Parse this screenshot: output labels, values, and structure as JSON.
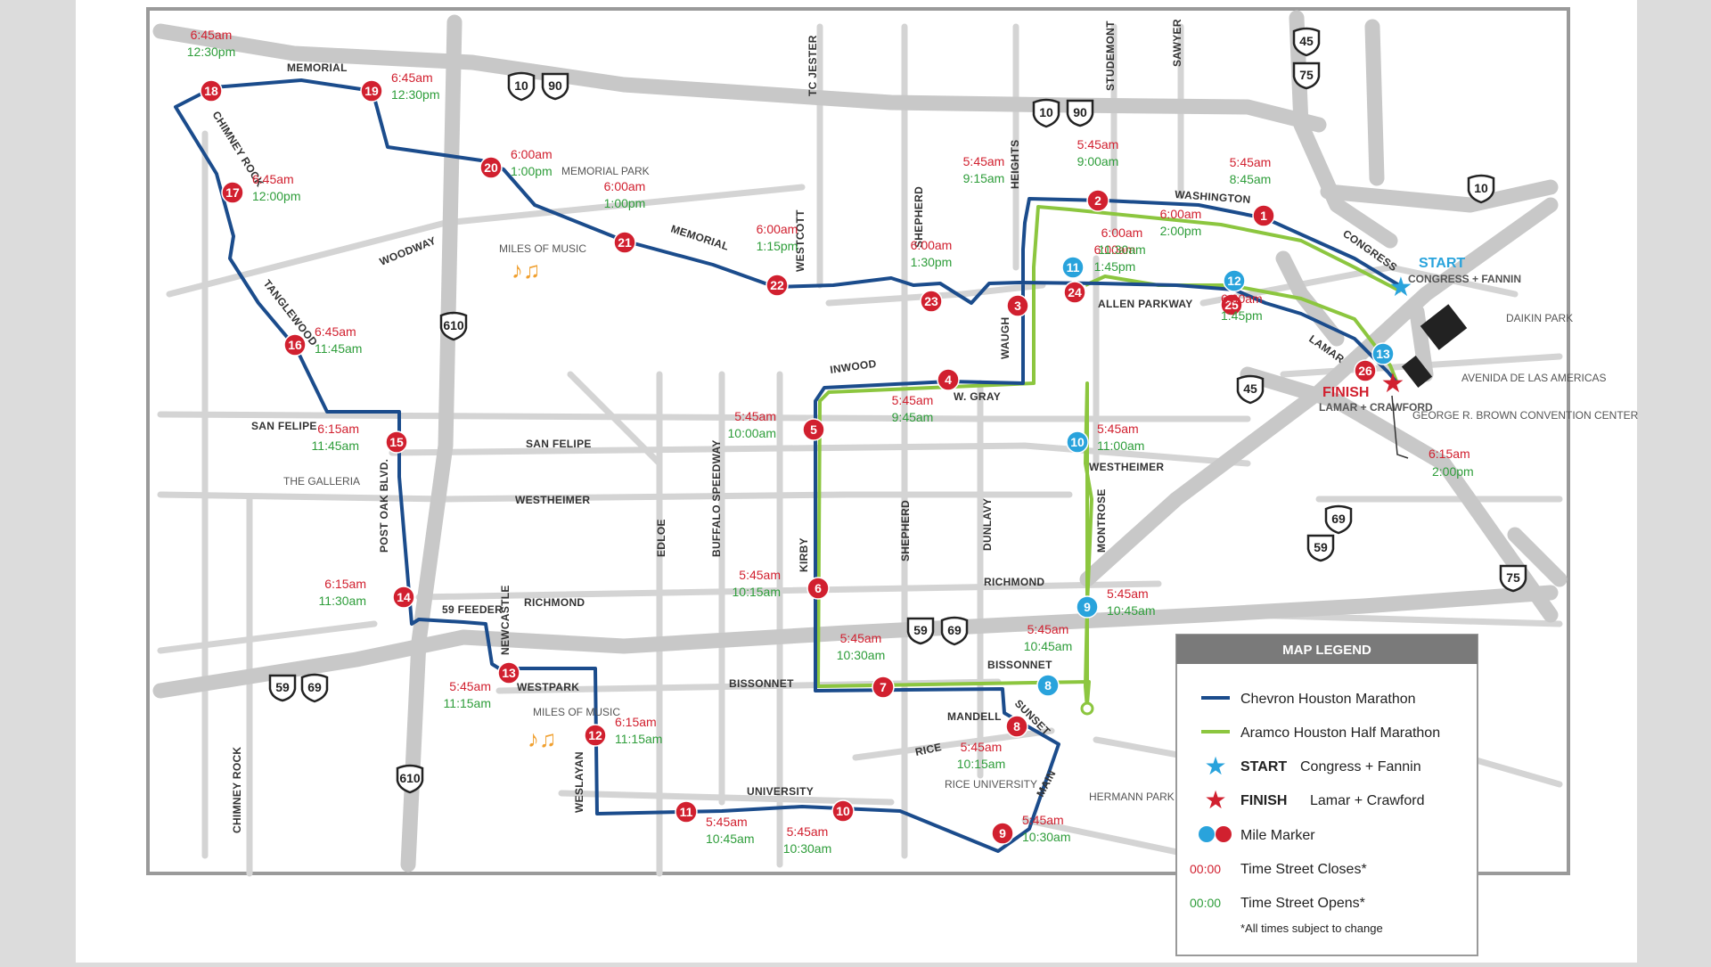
{
  "page": {
    "background": "#dcdcdc",
    "colors": {
      "marathon": "#1b4c8c",
      "half": "#8cc63f",
      "mile_red": "#d1202f",
      "mile_blue": "#29a3dc",
      "close_time": "#d1202f",
      "open_time": "#2e9d3a",
      "road": "#cfcfcf",
      "highway": "#c4c4c4"
    }
  },
  "labels": {
    "memorial_top": "MEMORIAL",
    "memorial_mid": "MEMORIAL",
    "chimney_rock": "CHIMNEY ROCK",
    "chimney_rock_bottom": "CHIMNEY ROCK",
    "woodway": "WOODWAY",
    "tanglewood": "TANGLEWOOD",
    "san_felipe_left": "SAN FELIPE",
    "san_felipe_mid": "SAN FELIPE",
    "the_galleria": "THE GALLERIA",
    "post_oak": "POST OAK BLVD.",
    "westheimer_mid": "WESTHEIMER",
    "westheimer_right": "WESTHEIMER",
    "feeder_59": "59 FEEDER",
    "newcastle": "NEWCASTLE",
    "richmond_left": "RICHMOND",
    "richmond_right": "RICHMOND",
    "westpark": "WESTPARK",
    "weslayan": "WESLAYAN",
    "edloe": "EDLOE",
    "buffalo_speedway": "BUFFALO SPEEDWAY",
    "kirby": "KIRBY",
    "shepherd_top": "SHEPHERD",
    "shepherd_bottom": "SHEPHERD",
    "dunlavy": "DUNLAVY",
    "montrose": "MONTROSE",
    "bissonnet_left": "BISSONNET",
    "bissonnet_right": "BISSONNET",
    "university": "UNIVERSITY",
    "rice": "RICE",
    "rice_university": "RICE UNIVERSITY",
    "mandell": "MANDELL",
    "sunset": "SUNSET",
    "main": "MAIN",
    "hermann_park": "HERMANN PARK",
    "tc_jester": "TC JESTER",
    "westcott": "WESTCOTT",
    "heights": "HEIGHTS",
    "waugh": "WAUGH",
    "studemont": "STUDEMONT",
    "sawyer": "SAWYER",
    "washington": "WASHINGTON",
    "congress": "CONGRESS",
    "allen_parkway": "ALLEN PARKWAY",
    "lamar": "LAMAR",
    "inwood": "INWOOD",
    "w_gray": "W. GRAY",
    "memorial_park": "MEMORIAL PARK",
    "miles_of_music_1": "MILES OF MUSIC",
    "westpark_miles_of_music": "MILES OF MUSIC",
    "daikin_park": "DAIKIN PARK",
    "avenida": "AVENIDA DE LAS AMERICAS",
    "grb": "GEORGE R. BROWN CONVENTION CENTER",
    "start_title": "START",
    "start_place": "CONGRESS + FANNIN",
    "finish_title": "FINISH",
    "finish_place": "LAMAR + CRAWFORD",
    "finish_close": "6:15am",
    "finish_open": "2:00pm"
  },
  "shields": {
    "i10_a": "10",
    "us90_a": "90",
    "i10_b": "10",
    "us90_b": "90",
    "i45_top": "45",
    "us75_top": "75",
    "i10_right": "10",
    "i610_top": "610",
    "i45_mid": "45",
    "i69_right": "69",
    "us59_right": "59",
    "us75_right": "75",
    "us59_mid": "59",
    "i69_mid": "69",
    "us59_left": "59",
    "i69_left": "69",
    "i610_bottom": "610"
  },
  "markers": [
    {
      "id": "m1",
      "num": "1",
      "color": "red",
      "close": "5:45am",
      "open": "8:45am"
    },
    {
      "id": "m2",
      "num": "2",
      "color": "red",
      "close": "5:45am",
      "open": "9:00am"
    },
    {
      "id": "m3",
      "num": "3",
      "color": "red",
      "close": "5:45am",
      "open": "9:15am"
    },
    {
      "id": "m4",
      "num": "4",
      "color": "red",
      "close": "5:45am",
      "open": "9:45am"
    },
    {
      "id": "m5",
      "num": "5",
      "color": "red",
      "close": "5:45am",
      "open": "10:00am"
    },
    {
      "id": "m6",
      "num": "6",
      "color": "red",
      "close": "5:45am",
      "open": "10:15am"
    },
    {
      "id": "m7",
      "num": "7",
      "color": "red",
      "close": "5:45am",
      "open": "10:30am"
    },
    {
      "id": "m8r",
      "num": "8",
      "color": "red",
      "close": "5:45am",
      "open": "10:15am"
    },
    {
      "id": "m9r",
      "num": "9",
      "color": "red",
      "close": "5:45am",
      "open": "10:30am"
    },
    {
      "id": "m10r",
      "num": "10",
      "color": "red",
      "close": "5:45am",
      "open": "10:30am"
    },
    {
      "id": "m11r",
      "num": "11",
      "color": "red",
      "close": "5:45am",
      "open": "10:45am"
    },
    {
      "id": "m12r",
      "num": "12",
      "color": "red",
      "close": "6:15am",
      "open": "11:15am"
    },
    {
      "id": "m13r",
      "num": "13",
      "color": "red",
      "close": "5:45am",
      "open": "11:15am"
    },
    {
      "id": "m14",
      "num": "14",
      "color": "red",
      "close": "6:15am",
      "open": "11:30am"
    },
    {
      "id": "m15",
      "num": "15",
      "color": "red",
      "close": "6:15am",
      "open": "11:45am"
    },
    {
      "id": "m16",
      "num": "16",
      "color": "red",
      "close": "6:45am",
      "open": "11:45am"
    },
    {
      "id": "m17",
      "num": "17",
      "color": "red",
      "close": "6:45am",
      "open": "12:00pm"
    },
    {
      "id": "m18",
      "num": "18",
      "color": "red",
      "close": "6:45am",
      "open": "12:30pm"
    },
    {
      "id": "m19",
      "num": "19",
      "color": "red",
      "close": "6:45am",
      "open": "12:30pm"
    },
    {
      "id": "m20",
      "num": "20",
      "color": "red",
      "close": "6:00am",
      "open": "1:00pm"
    },
    {
      "id": "m21",
      "num": "21",
      "color": "red",
      "close": "6:00am",
      "open": "1:00pm"
    },
    {
      "id": "m22",
      "num": "22",
      "color": "red",
      "close": "6:00am",
      "open": "1:15pm"
    },
    {
      "id": "m23",
      "num": "23",
      "color": "red",
      "close": "6:00am",
      "open": "1:30pm"
    },
    {
      "id": "m24",
      "num": "24",
      "color": "red",
      "close": "6:00am",
      "open": "1:45pm"
    },
    {
      "id": "m25",
      "num": "25",
      "color": "red",
      "close": "6:00am",
      "open": "1:45pm"
    },
    {
      "id": "m26",
      "num": "26",
      "color": "red",
      "close": "",
      "open": ""
    },
    {
      "id": "h8",
      "num": "8",
      "color": "blue",
      "close": "5:45am",
      "open": "10:45am"
    },
    {
      "id": "h9",
      "num": "9",
      "color": "blue",
      "close": "5:45am",
      "open": "10:45am"
    },
    {
      "id": "h10",
      "num": "10",
      "color": "blue",
      "close": "5:45am",
      "open": "11:00am"
    },
    {
      "id": "h11",
      "num": "11",
      "color": "blue",
      "close": "6:00am",
      "open": "11:30am"
    },
    {
      "id": "h12",
      "num": "12",
      "color": "blue",
      "close": "6:00am",
      "open": "2:00pm"
    },
    {
      "id": "h13",
      "num": "13",
      "color": "blue",
      "close": "",
      "open": ""
    }
  ],
  "legend": {
    "title": "MAP LEGEND",
    "marathon": "Chevron Houston Marathon",
    "half": "Aramco Houston Half Marathon",
    "start_bold": "START",
    "start_rest": "Congress + Fannin",
    "finish_bold": "FINISH",
    "finish_rest": "Lamar + Crawford",
    "mile_marker": "Mile Marker",
    "close_sample": "00:00",
    "close_text": "Time Street Closes*",
    "open_sample": "00:00",
    "open_text": "Time Street Opens*",
    "note": "*All times subject to change"
  }
}
